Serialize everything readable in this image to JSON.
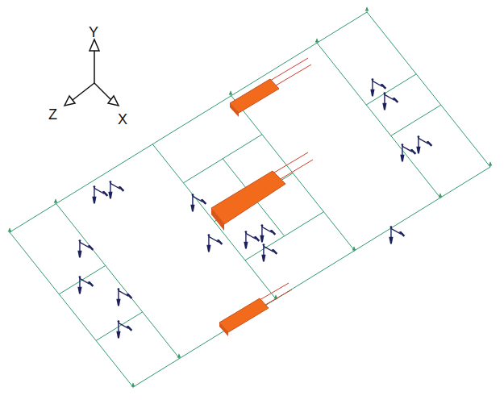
{
  "diagram": {
    "labels": [
      "Y",
      "Z",
      "X"
    ]
  }
}
